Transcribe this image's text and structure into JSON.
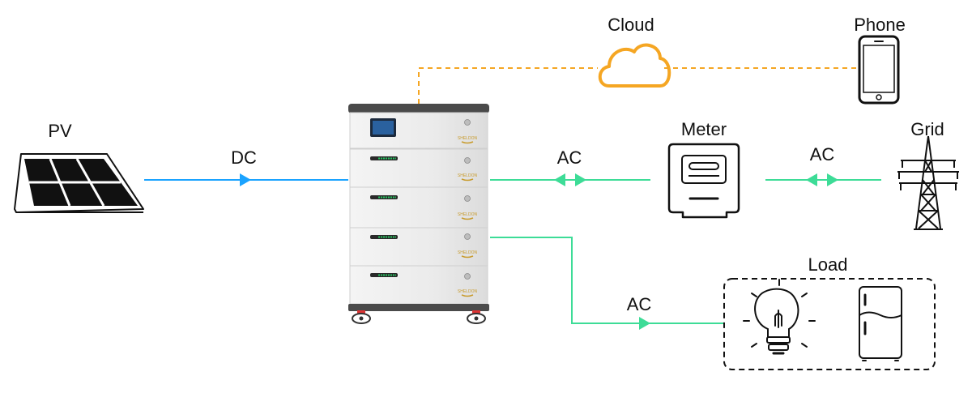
{
  "labels": {
    "pv": "PV",
    "dc": "DC",
    "cloud": "Cloud",
    "phone": "Phone",
    "meter": "Meter",
    "grid": "Grid",
    "ac_battery_meter": "AC",
    "ac_meter_grid": "AC",
    "ac_battery_load": "AC",
    "load": "Load"
  },
  "battery_logo_text": "SHELDON",
  "colors": {
    "dc_line": "#1aa3ff",
    "ac_line": "#3ddc97",
    "wireless_line": "#f5a623",
    "outline": "#111111",
    "battery_body": "#ececec",
    "battery_top": "#5a5a5a",
    "battery_logo": "#c89b2c",
    "indicator": "#22c55e"
  },
  "icons": [
    "solar-panel-icon",
    "cloud-icon",
    "smartphone-icon",
    "energy-meter-icon",
    "transmission-tower-icon",
    "light-bulb-icon",
    "refrigerator-icon",
    "battery-stack-icon"
  ]
}
